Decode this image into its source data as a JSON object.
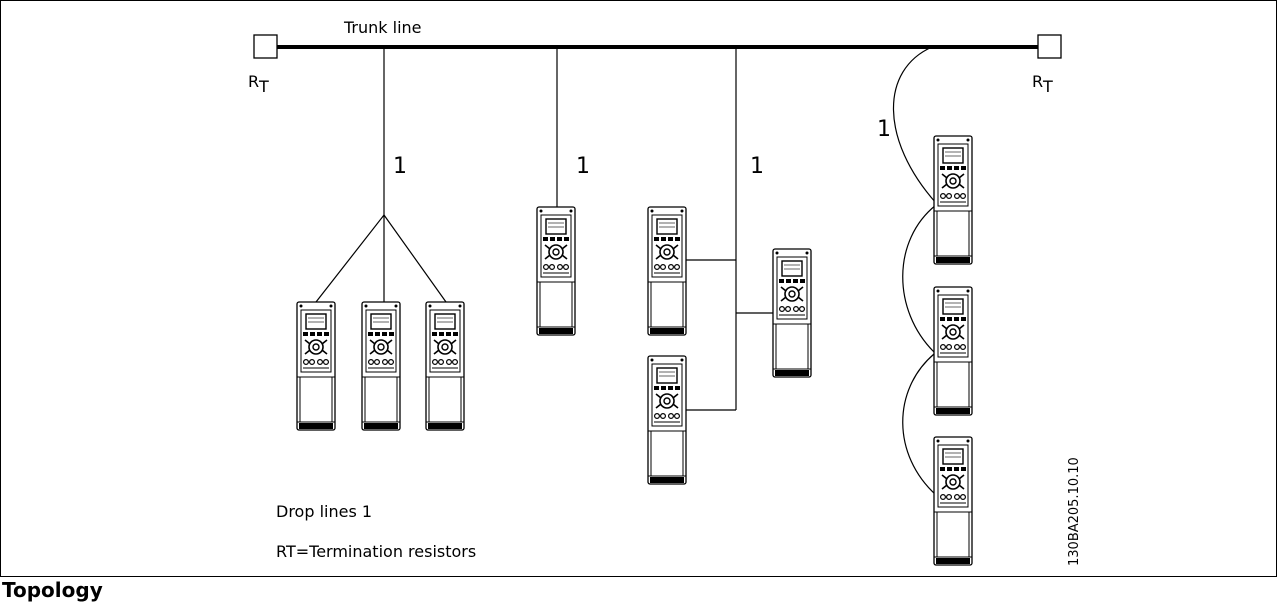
{
  "diagram": {
    "trunk_label": "Trunk line",
    "resistor_label_main": "R",
    "resistor_label_sub": "T",
    "drop_label": "1",
    "legend_drop": "Drop lines 1",
    "legend_rt": "RT=Termination resistors",
    "figure_id": "130BA205.10.10"
  },
  "caption": "Topology"
}
